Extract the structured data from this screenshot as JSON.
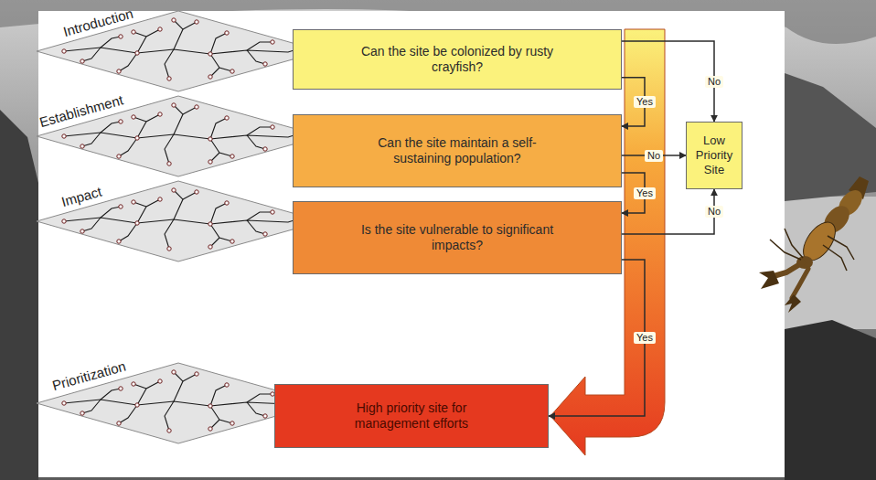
{
  "diagram": {
    "nodes": [
      {
        "text": [
          "Can the site be colonized by rusty crayfish?"
        ]
      },
      {
        "text": [
          "Can the site maintain a self-sustaining population?"
        ]
      },
      {
        "text": [
          "Is the site vulnerable to significant impacts?"
        ]
      },
      {
        "text": [
          "Low Priority Site"
        ]
      },
      {
        "text": [
          "High priority site for management efforts"
        ]
      }
    ],
    "edges": [
      {
        "from": 0,
        "to": 1,
        "label": "Yes",
        "arrow": "to"
      },
      {
        "from": 1,
        "to": 2,
        "label": "Yes",
        "arrow": "to"
      },
      {
        "from": 2,
        "to": 4,
        "label": "Yes",
        "arrow": "to"
      },
      {
        "from": 0,
        "to": 3,
        "label": "No",
        "arrow": "to"
      },
      {
        "from": 1,
        "to": 3,
        "label": "No",
        "arrow": "to"
      },
      {
        "from": 2,
        "to": 3,
        "label": "No",
        "arrow": "to"
      }
    ],
    "labels": [
      "Introduction",
      "Establishment",
      "Impact",
      "Prioritization"
    ]
  }
}
